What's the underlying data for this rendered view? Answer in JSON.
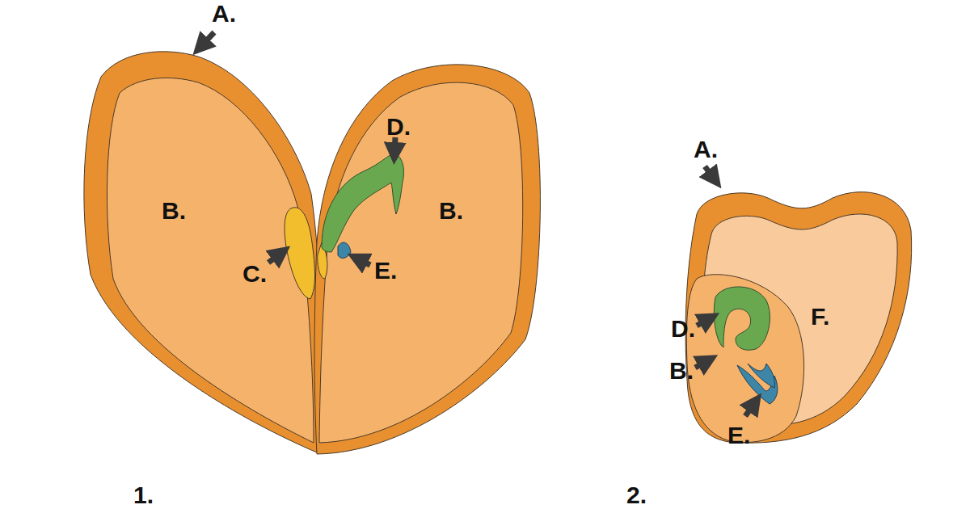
{
  "diagram": {
    "labels": [
      "A.",
      "D.",
      "B.",
      "B.",
      "C.",
      "E.",
      "1.",
      "A.",
      "D.",
      "F.",
      "B.",
      "E.",
      "2."
    ]
  }
}
